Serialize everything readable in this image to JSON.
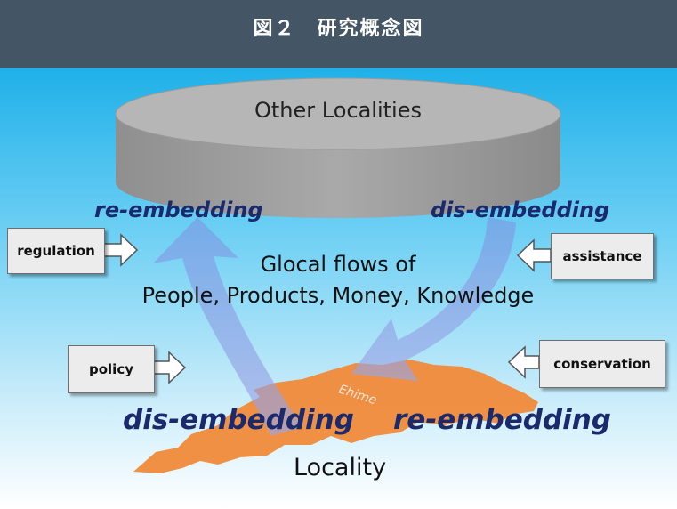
{
  "header": {
    "title": "図２　研究概念図"
  },
  "diagram": {
    "cylinder_label": "Other Localities",
    "center_text_line1": "Glocal flows of",
    "center_text_line2": "People, Products, Money, Knowledge",
    "top_left_label": "re-embedding",
    "top_right_label": "dis-embedding",
    "bottom_left_label": "dis-embedding",
    "bottom_right_label": "re-embedding",
    "bottom_label": "Locality",
    "map_label": "Ehime",
    "boxes": {
      "regulation": "regulation",
      "assistance": "assistance",
      "policy": "policy",
      "conservation": "conservation"
    }
  },
  "colors": {
    "header_bg": "#445566",
    "sky_top": "#1fb0e8",
    "cylinder": "#a8a8a8",
    "map": "#f08a3a",
    "emphasis_text": "#1a2a6c"
  }
}
